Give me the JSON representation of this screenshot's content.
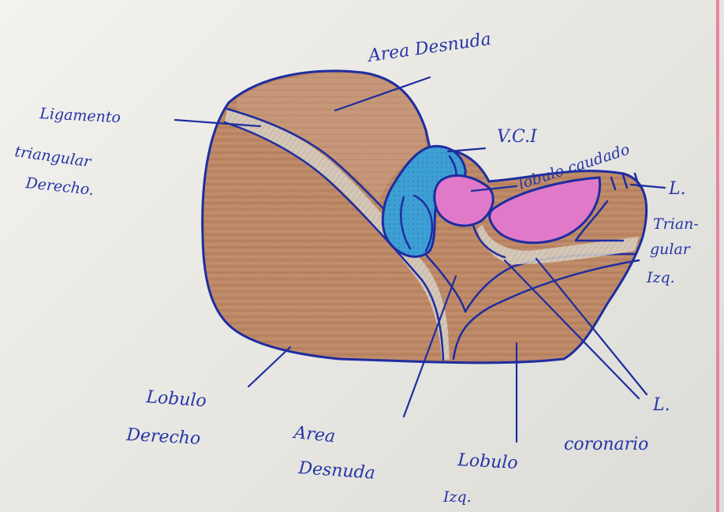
{
  "labels": {
    "area_desnuda_top": "Area Desnuda",
    "ligamento_line1": "Ligamento",
    "ligamento_line2": "triangular",
    "ligamento_line3": "Derecho.",
    "vci": "V.C.I",
    "lobulo_caudado": "lobulo caudado",
    "l_triangular_line1": "L.",
    "l_triangular_line2": "Trian-",
    "l_triangular_line3": "gular",
    "l_triangular_line4": "Izq.",
    "lobulo_derecho_line1": "Lobulo",
    "lobulo_derecho_line2": "Derecho",
    "area_desnuda_bottom_line1": "Area",
    "area_desnuda_bottom_line2": "Desnuda",
    "lobulo_izq_line1": "Lobulo",
    "lobulo_izq_line2": "Izq.",
    "l_coronario_line1": "L.",
    "l_coronario_line2": "coronario"
  },
  "colors": {
    "ink": "#1e2da0",
    "liver": "#b9825f",
    "liver_light": "#c89a78",
    "vein_blue": "#3a9bd0",
    "caudate_pink": "#e07ac8",
    "paper": "#ecebe6",
    "margin": "#e7748f"
  }
}
